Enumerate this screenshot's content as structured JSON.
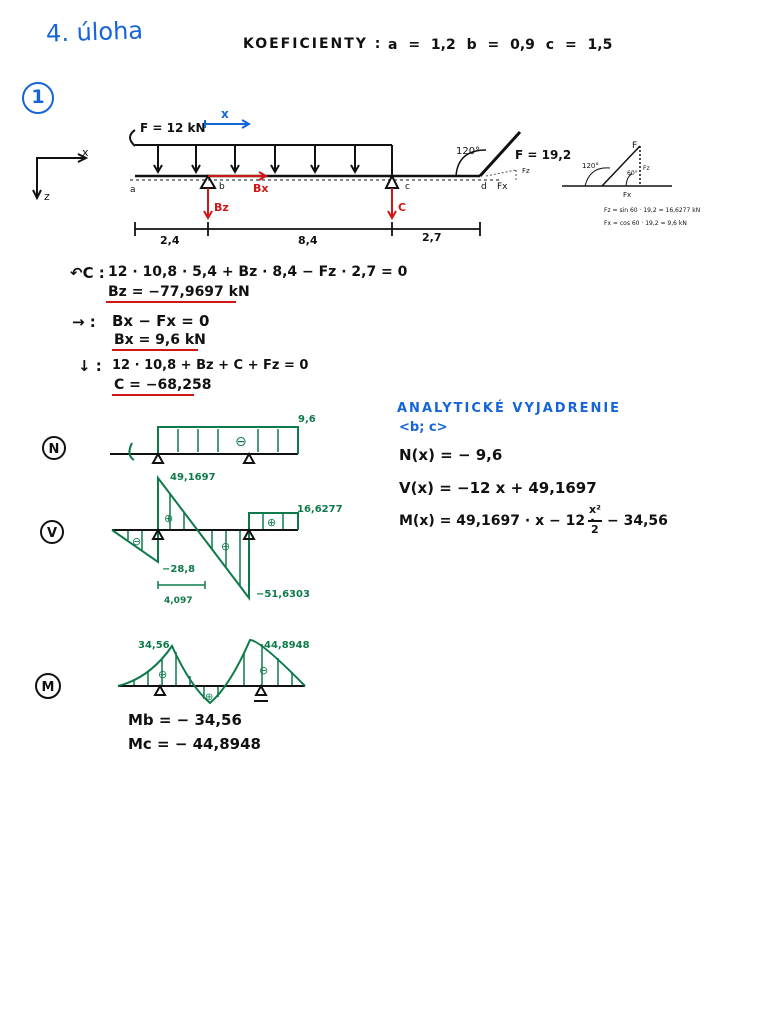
{
  "header": {
    "title": "4. úloha",
    "coef_label": "KOEFICIENTY :",
    "coefs": "a = 1,2   b = 0,9   c = 1,5",
    "section_number": "1"
  },
  "colors": {
    "ink": "#111111",
    "blue": "#1565d8",
    "red": "#d01616",
    "green": "#0e7a4a"
  },
  "beam": {
    "load_label": "F = 12 kN",
    "x_label": "x",
    "axis_x": "x",
    "axis_z": "z",
    "angle_label": "120°",
    "force_label": "F = 19,2",
    "points": [
      "a",
      "b",
      "c",
      "d"
    ],
    "bx_label": "Bx",
    "bz_label": "Bz",
    "c_label": "C",
    "fx_label": "Fx",
    "fz_label": "Fz",
    "dims": [
      "2,4",
      "8,4",
      "2,7"
    ],
    "inset_f": "F",
    "inset_angle1": "120°",
    "inset_angle2": "60°",
    "inset_fx": "Fx",
    "inset_fz": "Fz",
    "fz_calc": "Fz = sin 60 · 19,2 = 16,6277 kN",
    "fx_calc": "Fx = cos 60 · 19,2 = 9,6 kN"
  },
  "equations": {
    "eq1_symbol": "↶C :",
    "eq1": "12 · 10,8 · 5,4 + Bz · 8,4 − Fz · 2,7 = 0",
    "eq1_result": "Bz = −77,9697 kN",
    "eq2_symbol": "→ :",
    "eq2": "Bx − Fx = 0",
    "eq2_result": "Bx = 9,6 kN",
    "eq3_symbol": "↓ :",
    "eq3": "12 · 10,8 + Bz + C + Fz = 0",
    "eq3_result": "C = −68,258"
  },
  "diagrams": {
    "n_label": "N",
    "n_value": "9,6",
    "n_sign": "⊖",
    "v_label": "V",
    "v_values": [
      "49,1697",
      "16,6277",
      "−28,8",
      "−51,6303",
      "4,097"
    ],
    "m_label": "M",
    "m_values": [
      "34,56",
      "44,8948"
    ],
    "mb": "Mb = − 34,56",
    "mc": "Mc = − 44,8948"
  },
  "analytic": {
    "title": "ANALYTICKÉ VYJADRENIE",
    "interval": "<b; c>",
    "nx": "N(x)  =  − 9,6",
    "vx": "V(x)  =  −12 x  + 49,1697",
    "mx_prefix": "M(x)  =  49,1697 · x − 12 ·",
    "mx_frac_num": "x²",
    "mx_frac_den": "2",
    "mx_suffix": "− 34,56"
  }
}
